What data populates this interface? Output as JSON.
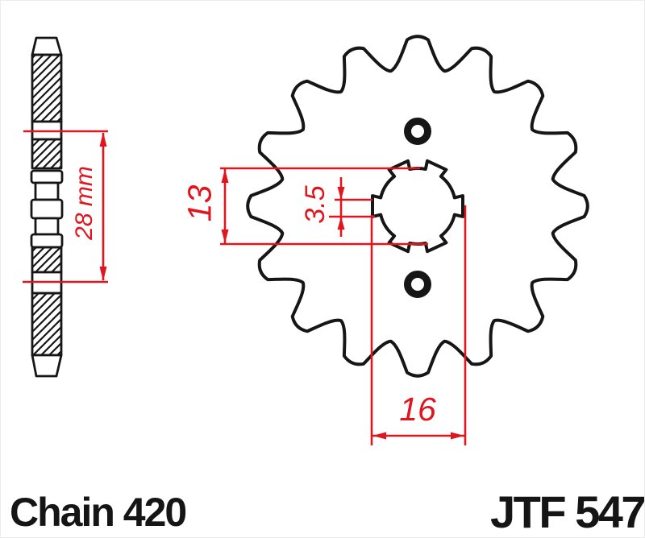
{
  "drawing_type": "front sprocket technical drawing",
  "labels": {
    "chain_standard": "Chain 420",
    "part_number": "JTF 547"
  },
  "dimensions": {
    "hub_length": {
      "text": "28 mm",
      "value": 28,
      "unit": "mm"
    },
    "bore_diameter": {
      "text": "13",
      "value": 13,
      "unit": "mm"
    },
    "spline_slot": {
      "text": "3.5",
      "value": 3.5,
      "unit": "mm"
    },
    "spline_outer_width": {
      "text": "16",
      "value": 16,
      "unit": "mm"
    }
  },
  "sprocket": {
    "teeth": 16,
    "bolt_holes": 2,
    "spline_notches": 6,
    "spline_notch_angles_deg": [
      0,
      65,
      115,
      180,
      245,
      295
    ]
  },
  "colors": {
    "dimension_red": "#e0151e",
    "outline_black": "#161616",
    "background": "#ffffff"
  }
}
